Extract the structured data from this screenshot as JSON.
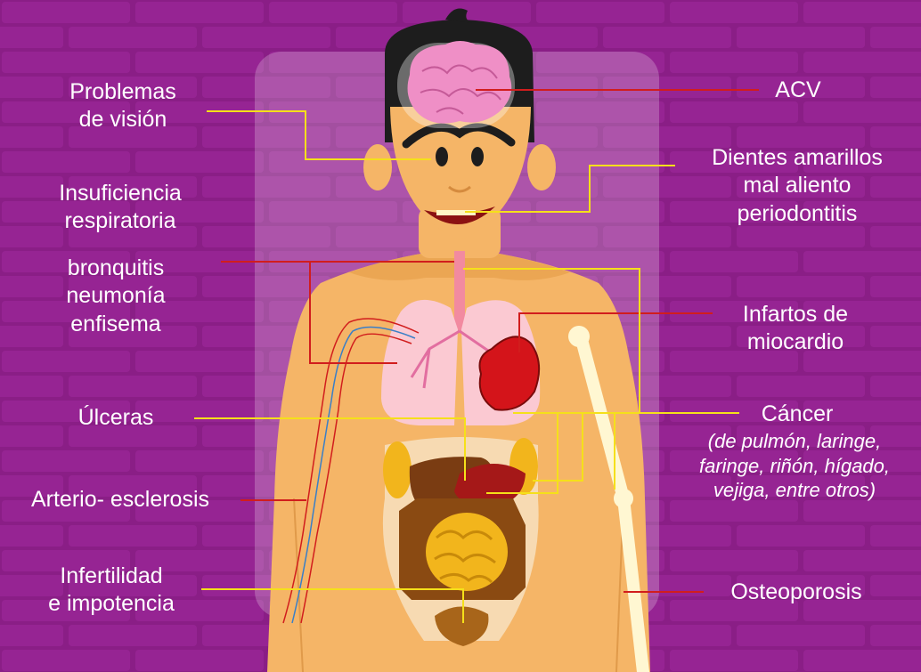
{
  "labels": {
    "vision": [
      "Problemas",
      "de visión"
    ],
    "insuficiencia": [
      "Insuficiencia",
      "respiratoria"
    ],
    "bronquitis": [
      "bronquitis",
      "neumonía",
      "enfisema"
    ],
    "ulceras": "Úlceras",
    "arterio": "Arterio- esclerosis",
    "infertilidad": [
      "Infertilidad",
      "e impotencia"
    ],
    "acv": "ACV",
    "dientes": [
      "Dientes amarillos",
      "mal aliento",
      "periodontitis"
    ],
    "infartos": [
      "Infartos de",
      "miocardio"
    ],
    "cancer": "Cáncer",
    "cancer_detail": [
      "(de pulmón, laringe,",
      "faringe, riñón, hígado,",
      "vejiga, entre otros)"
    ],
    "osteoporosis": "Osteoporosis"
  },
  "colors": {
    "background": "#8a1e86",
    "leader_yellow": "#f5e01a",
    "leader_red": "#d11d1d",
    "skin": "#f5b567",
    "brain": "#ef8fc6",
    "heart": "#d4141a",
    "lung": "#fbc9d2"
  }
}
